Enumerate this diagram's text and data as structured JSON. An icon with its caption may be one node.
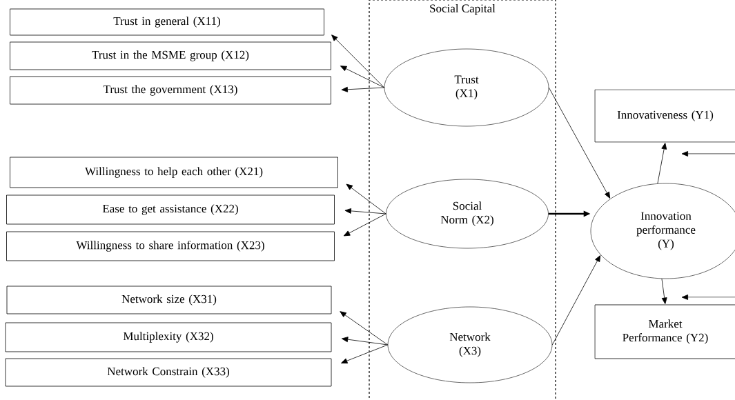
{
  "diagram": {
    "nodes": [
      {
        "text": [
          "Social Capital"
        ]
      },
      {
        "text": [
          "Trust in general (X11)"
        ]
      },
      {
        "text": [
          "Trust in the MSME group (X12)"
        ]
      },
      {
        "text": [
          "Trust the government (X13)"
        ]
      },
      {
        "text": [
          "Trust (X1)"
        ],
        "in": 0
      },
      {
        "text": [
          "Willingness to help each other (X21)"
        ]
      },
      {
        "text": [
          "Ease to get assistance (X22)"
        ]
      },
      {
        "text": [
          "Willingness to share information (X23)"
        ]
      },
      {
        "text": [
          "Social Norm (X2)"
        ],
        "in": 0
      },
      {
        "text": [
          "Network size (X31)"
        ]
      },
      {
        "text": [
          "Multiplexity (X32)"
        ]
      },
      {
        "text": [
          "Network Constrain (X33)"
        ]
      },
      {
        "text": [
          "Network (X3)"
        ],
        "in": 0
      },
      {
        "text": [
          "Innovativeness (Y1)"
        ]
      },
      {
        "text": [
          "Innovation performance (Y)"
        ]
      },
      {
        "text": [
          "Market Performance (Y2)"
        ]
      }
    ],
    "edges": [
      {
        "from": 4,
        "to": 1,
        "arrow": "to"
      },
      {
        "from": 4,
        "to": 2,
        "arrow": "to"
      },
      {
        "from": 4,
        "to": 3,
        "arrow": "to"
      },
      {
        "from": 8,
        "to": 5,
        "arrow": "to"
      },
      {
        "from": 8,
        "to": 6,
        "arrow": "to"
      },
      {
        "from": 8,
        "to": 7,
        "arrow": "to"
      },
      {
        "from": 12,
        "to": 9,
        "arrow": "to"
      },
      {
        "from": 12,
        "to": 10,
        "arrow": "to"
      },
      {
        "from": 12,
        "to": 11,
        "arrow": "to"
      },
      {
        "from": 4,
        "to": 14,
        "arrow": "to"
      },
      {
        "from": 8,
        "to": 14,
        "arrow": "to",
        "style": "thick"
      },
      {
        "from": 12,
        "to": 14,
        "arrow": "to"
      },
      {
        "from": 14,
        "to": 13,
        "arrow": "to"
      },
      {
        "from": 14,
        "to": 15,
        "arrow": "to"
      },
      {
        "from": null,
        "to": 13,
        "arrow": "to"
      },
      {
        "from": null,
        "to": 15,
        "arrow": "to"
      }
    ]
  }
}
